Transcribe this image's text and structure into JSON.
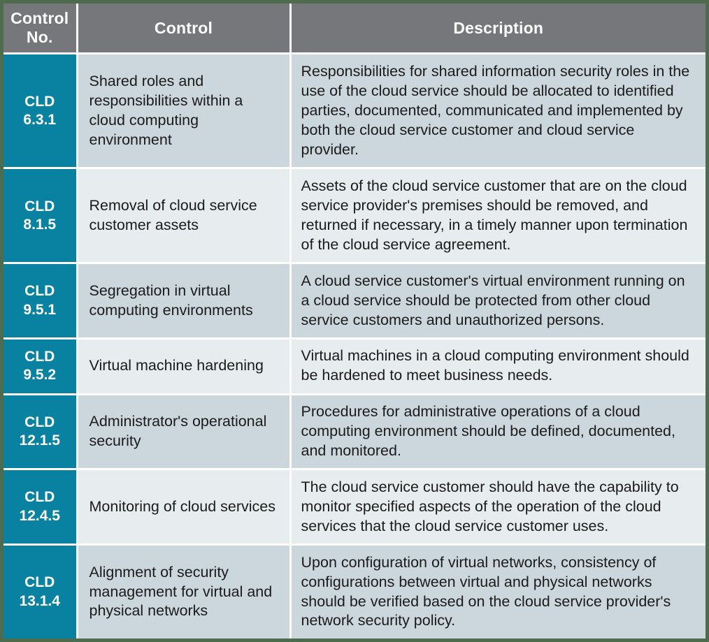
{
  "table": {
    "headers": {
      "control_no": "Control\nNo.",
      "control": "Control",
      "description": "Description"
    },
    "colors": {
      "frame_border": "#4e6b4e",
      "header_bg": "#76777b",
      "control_no_bg": "#0882a0",
      "row_dark_bg": "#ccd7dd",
      "row_light_bg": "#e7ecef",
      "gridline": "#ffffff",
      "text": "#1b1b1b",
      "header_text": "#ffffff"
    },
    "rows": [
      {
        "control_no": "CLD\n6.3.1",
        "control": "Shared roles and responsibilities within a cloud computing environment",
        "description": "Responsibilities for shared information security roles in the use of the cloud service should be allocated to identified parties, documented, communicated and implemented by both the cloud service customer and cloud service provider.",
        "shade": "dark"
      },
      {
        "control_no": "CLD\n8.1.5",
        "control": "Removal of cloud service customer assets",
        "description": "Assets of the cloud service customer that are on the cloud service provider's premises should be removed, and returned if necessary, in a timely manner upon termination of the cloud service agreement.",
        "shade": "light"
      },
      {
        "control_no": "CLD\n9.5.1",
        "control": "Segregation in virtual computing environments",
        "description": "A cloud service customer's virtual environment running on a cloud service should be protected from other cloud service customers and unauthorized persons.",
        "shade": "dark"
      },
      {
        "control_no": "CLD\n9.5.2",
        "control": " Virtual machine hardening",
        "description": "Virtual machines in a cloud computing environment should be hardened to meet business needs.",
        "shade": "light"
      },
      {
        "control_no": "CLD\n12.1.5",
        "control": "Administrator's operational security",
        "description": "Procedures for administrative operations of a cloud computing environment should be defined, documented, and monitored.",
        "shade": "dark"
      },
      {
        "control_no": "CLD\n12.4.5",
        "control": "Monitoring of cloud services",
        "description": "The cloud service customer should have the capability to monitor specified aspects of the operation of the cloud services that the cloud service customer uses.",
        "shade": "light"
      },
      {
        "control_no": "CLD\n13.1.4",
        "control": "Alignment of security management for virtual and physical networks",
        "description": "Upon configuration of virtual networks, consistency of configurations between virtual and physical networks should be verified based on the cloud service provider's network security policy.",
        "shade": "dark"
      }
    ]
  }
}
